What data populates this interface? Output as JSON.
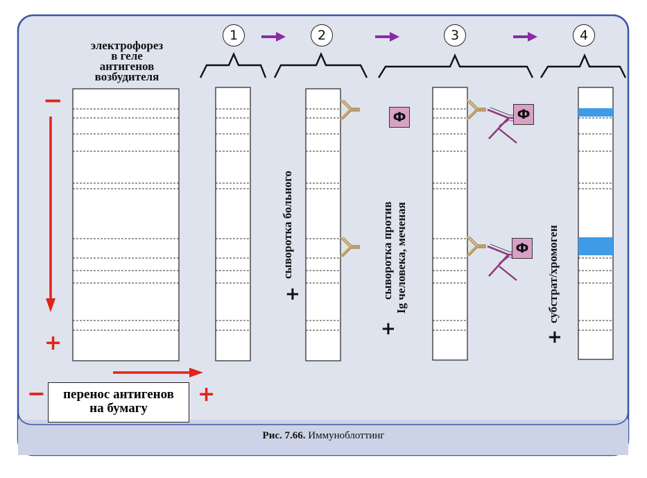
{
  "gel_label": [
    "электрофорез",
    "в геле",
    "антигенов",
    "возбудителя"
  ],
  "step_numbers": [
    "1",
    "2",
    "3",
    "4"
  ],
  "reagent_labels": {
    "patient_serum": "сыворотка больного",
    "anti_ig_line1": "сыворотка против",
    "anti_ig_line2": "Ig человека, меченая",
    "substrate": "субстрат/хромоген"
  },
  "plus_sign": "+",
  "minus_sign": "−",
  "enzyme_label": "Ф",
  "transfer_label": [
    "перенос антигенов",
    "на бумагу"
  ],
  "caption": {
    "figure_number": "Рис. 7.66.",
    "title": "Иммуноблоттинг"
  },
  "colors": {
    "panel_bg": "#dfe3ee",
    "panel_border": "#3b55a8",
    "arrow_red": "#e22418",
    "step_arrow_purple": "#8a2aa6",
    "antibody_tan": "#c9a25a",
    "antibody_purple": "#8e3a7a",
    "enzyme_tag": "#d9a0c5",
    "colored_band": "#3f9be6"
  }
}
